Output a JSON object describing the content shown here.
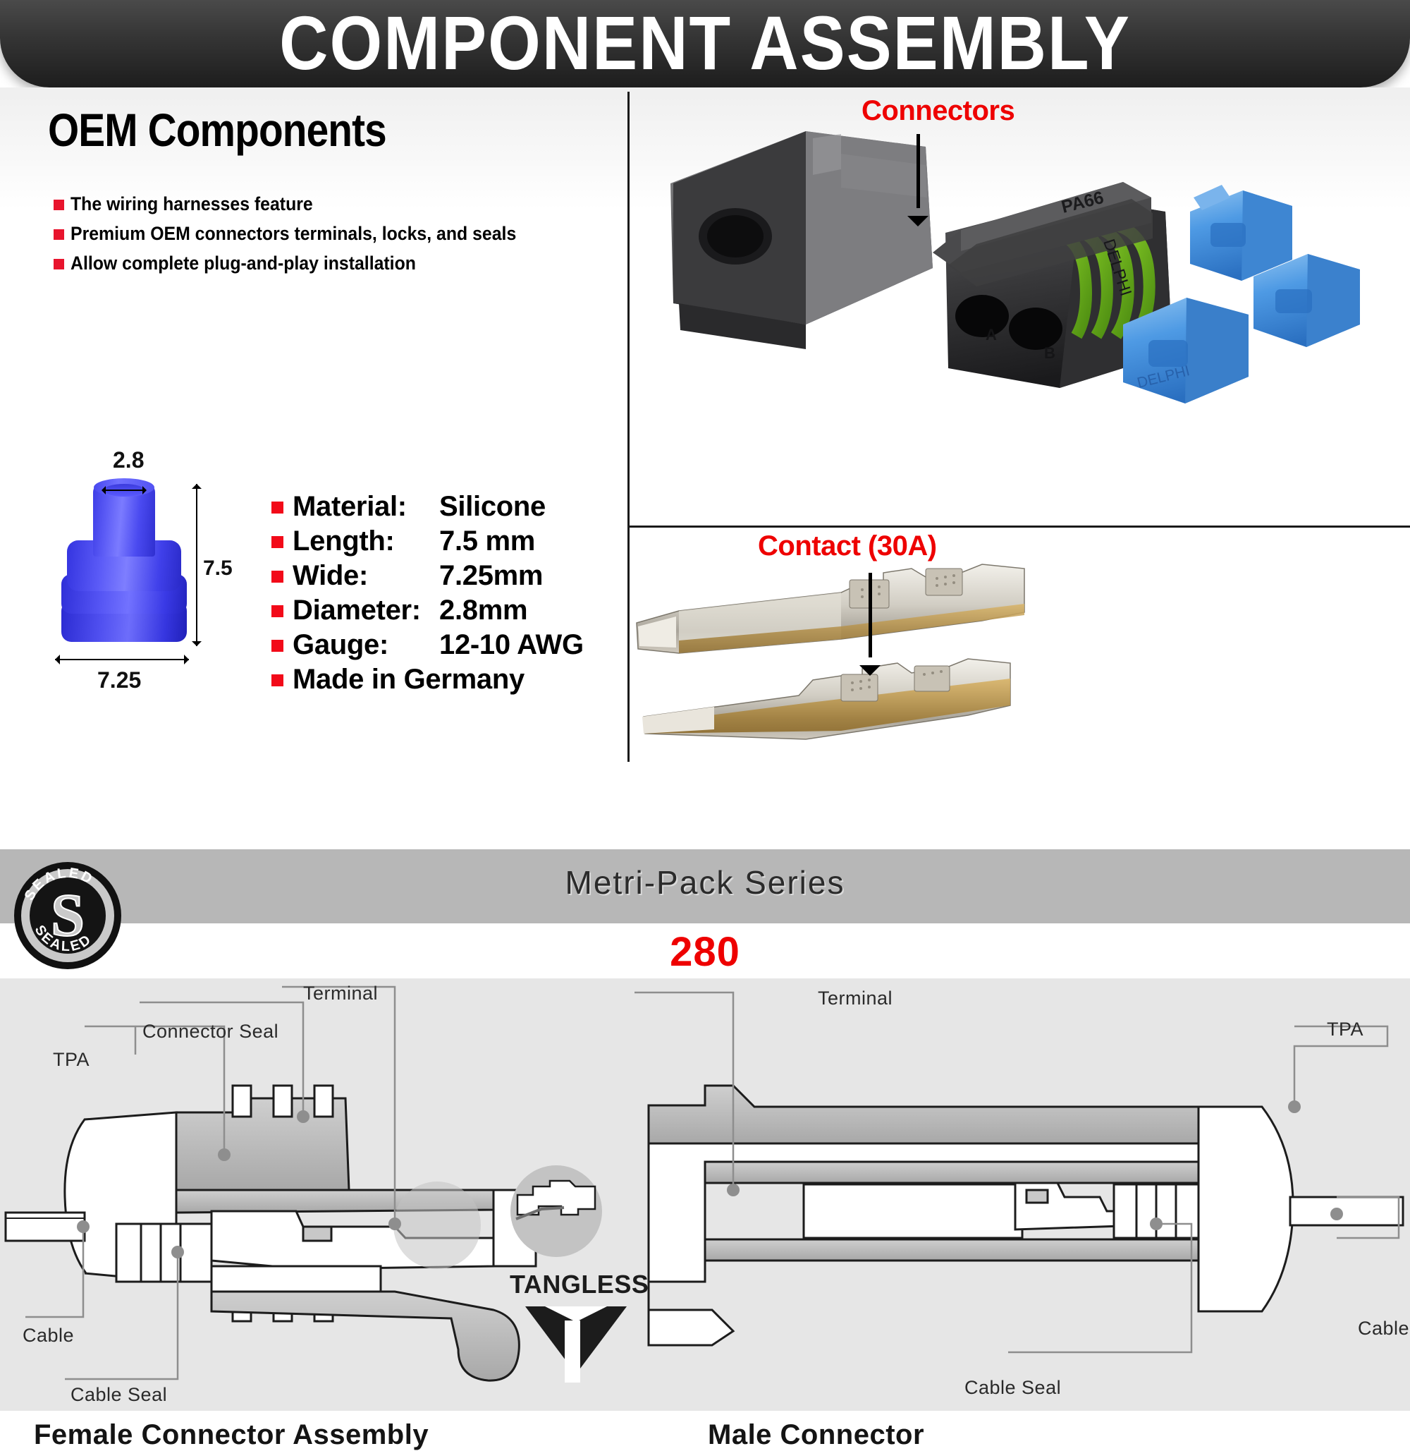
{
  "header": {
    "title": "COMPONENT ASSEMBLY"
  },
  "oem": {
    "title": "OEM Components",
    "bullets": [
      "The wiring harnesses feature",
      "Premium OEM connectors terminals, locks, and seals",
      "Allow complete plug-and-play installation"
    ]
  },
  "seal": {
    "dim_top": "2.8",
    "dim_height": "7.5",
    "dim_width": "7.25"
  },
  "specs": [
    {
      "key": "Material:",
      "value": "Silicone"
    },
    {
      "key": "Length:",
      "value": "7.5 mm"
    },
    {
      "key": "Wide:",
      "value": "7.25mm"
    },
    {
      "key": "Diameter:",
      "value": "2.8mm"
    },
    {
      "key": "Gauge:",
      "value": "12-10 AWG"
    },
    {
      "key": "Made in Germany",
      "value": ""
    }
  ],
  "photos": {
    "connectors_label": "Connectors",
    "contact_label": "Contact (30A)",
    "molded_marks": {
      "resin": "PA66",
      "brand": "DELPHI",
      "cavity_a": "A",
      "cavity_b": "B"
    },
    "tpa_brand": "DELPHI"
  },
  "band": {
    "series_title": "Metri-Pack Series",
    "series_number": "280",
    "badge_top": "SEALED",
    "badge_bottom": "SEALED",
    "badge_center": "S"
  },
  "tech": {
    "female": {
      "name": "Female Connector Assembly",
      "labels": {
        "terminal": "Terminal",
        "connector_seal": "Connector Seal",
        "tpa": "TPA",
        "cable": "Cable",
        "cable_seal": "Cable Seal"
      }
    },
    "male": {
      "name": "Male Connector",
      "labels": {
        "terminal": "Terminal",
        "tpa": "TPA",
        "cable": "Cable",
        "cable_seal": "Cable Seal"
      }
    },
    "tangless": "TANGLESS"
  },
  "colors": {
    "accent_red": "#ee0000",
    "bullet_red": "#e8142d",
    "header_dark": "#1d1d1d",
    "band_grey": "#b7b7b7",
    "tech_bg": "#e6e6e6",
    "seal_blue": "#3d3de6"
  }
}
